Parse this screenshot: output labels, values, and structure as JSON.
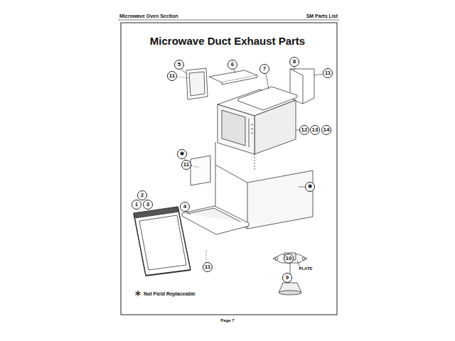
{
  "diagram": {
    "title": "Microwave Duct Exhaust Parts",
    "labels": [
      "Microwave Oven Section",
      "SM Parts List",
      "5",
      "11",
      "6",
      "7",
      "8",
      "11",
      "12",
      "13",
      "14",
      "✱",
      "11",
      "✱",
      "2",
      "1",
      "3",
      "4",
      "10",
      "PLATE",
      "9",
      "11",
      "Page 7"
    ],
    "legend": [
      {
        "text": "Not Field Replaceable"
      }
    ]
  }
}
